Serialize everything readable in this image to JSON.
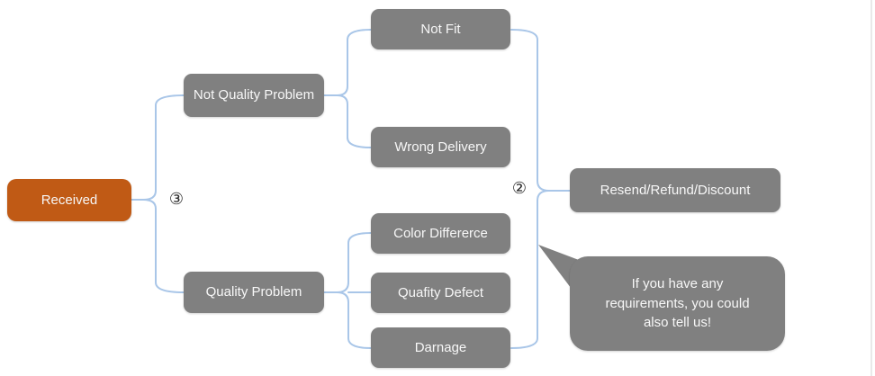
{
  "diagram": {
    "nodes": {
      "received": {
        "label": "Received"
      },
      "not_quality_problem": {
        "label": "Not Quality Problem"
      },
      "quality_problem": {
        "label": "Quality Problem"
      },
      "not_fit": {
        "label": "Not Fit"
      },
      "wrong_delivery": {
        "label": "Wrong Delivery"
      },
      "color_difference": {
        "label": "Color Differerce"
      },
      "quality_defect": {
        "label": "Quafity Defect"
      },
      "damage": {
        "label": "Darnage"
      },
      "resolution": {
        "label": "Resend/Refund/Discount"
      }
    },
    "annotations": {
      "step2": "②",
      "step3": "③"
    },
    "callout": {
      "text": "If you have any requirements, you could also tell us!"
    },
    "colors": {
      "root_fill": "#c05a15",
      "node_fill": "#808080",
      "connector": "#a9c6e8",
      "text_color": "#f7f7f7",
      "number_color": "#262626"
    }
  }
}
